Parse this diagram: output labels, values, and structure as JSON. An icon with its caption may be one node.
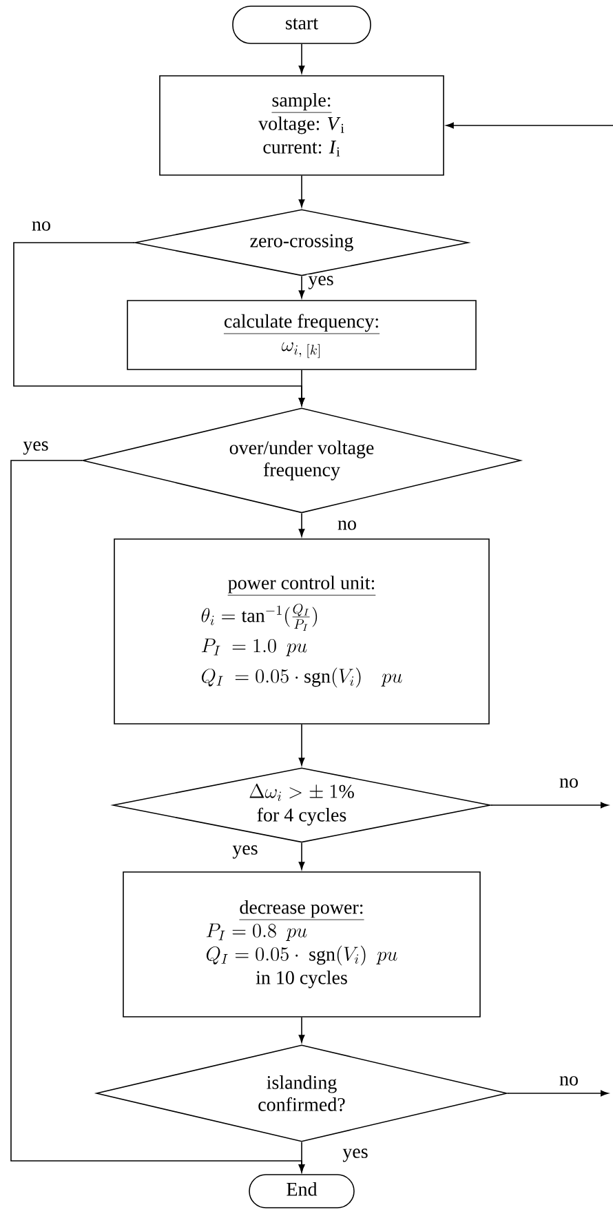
{
  "diagram": {
    "nodes": [
      {
        "text": [
          "start"
        ]
      },
      {
        "text": [
          "sample:",
          "voltage:  *V*$_{i}$",
          "current:  *I*$_{i}$"
        ]
      },
      {
        "text": [
          "zero-crossing"
        ]
      },
      {
        "text": [
          "calculate frequency:",
          "\\omega_{i,\\;[k]}"
        ]
      },
      {
        "text": [
          "over/under voltage frequency"
        ]
      },
      {
        "text": [
          "power control unit:",
          "\\theta_i = \\tan^{-1}(\\frac{Q_I}{P_I})",
          "P_I\\ = 1.0\\ \\ pu",
          "Q_I\\ = 0.05\\cdot\\mathrm{sgn}(V_i)\\quad pu"
        ]
      },
      {
        "text": [
          "\\Delta\\omega_i > \\pm\\ 1\\%",
          "for 4 cycles"
        ]
      },
      {
        "text": [
          "decrease power:",
          "P_I = 0.8\\ \\ pu",
          "Q_I = 0.05\\cdot\\ \\mathrm{sgn}(V_i)\\ \\ pu",
          "in 10 cycles"
        ]
      },
      {
        "text": [
          "islanding confirmed?"
        ]
      },
      {
        "text": [
          "End"
        ]
      }
    ],
    "edges": [
      {
        "from": 0,
        "to": 1,
        "arrow": "to"
      },
      {
        "from": 1,
        "to": 2,
        "arrow": "to"
      },
      {
        "from": 2,
        "to": 3,
        "arrow": "to",
        "label": "yes"
      },
      {
        "from": 2,
        "to": 4,
        "arrow": "to",
        "label": "no"
      },
      {
        "from": 3,
        "to": 4,
        "arrow": "to"
      },
      {
        "from": 4,
        "to": 5,
        "arrow": "to",
        "label": "no"
      },
      {
        "from": 4,
        "to": 9,
        "arrow": "to",
        "label": "yes"
      },
      {
        "from": 5,
        "to": 6,
        "arrow": "to"
      },
      {
        "from": 6,
        "to": 7,
        "arrow": "to",
        "label": "yes"
      },
      {
        "from": 6,
        "to": null,
        "arrow": "to",
        "label": "no"
      },
      {
        "from": 7,
        "to": 8,
        "arrow": "to"
      },
      {
        "from": 8,
        "to": 9,
        "arrow": "to",
        "label": "yes"
      },
      {
        "from": 8,
        "to": null,
        "arrow": "to",
        "label": "no"
      },
      {
        "from": null,
        "to": 1,
        "arrow": "to"
      }
    ]
  }
}
